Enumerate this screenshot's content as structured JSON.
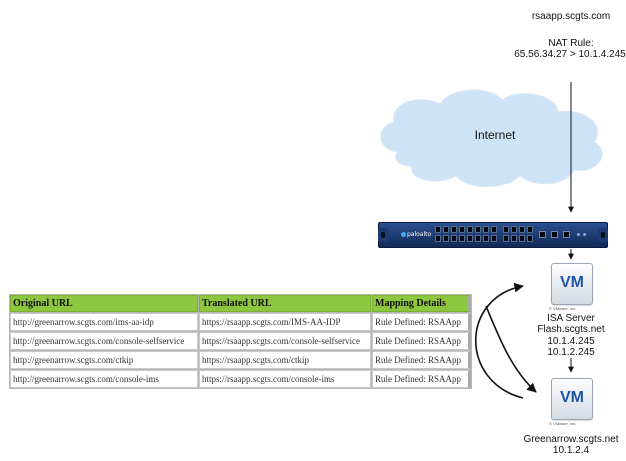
{
  "public_host": {
    "hostname": "rsaapp.scgts.com",
    "nat_title": "NAT Rule:",
    "nat_rule": "65.56.34.27 > 10.1.4.245"
  },
  "internet": {
    "label": "Internet"
  },
  "firewall": {
    "brand": "paloalto"
  },
  "isa_server": {
    "badge": "VM",
    "vendor": "© VMware, Inc.",
    "role": "ISA Server",
    "hostname": "Flash.scgts.net",
    "ip1": "10.1.4.245",
    "ip2": "10.1.2.245"
  },
  "greenarrow": {
    "badge": "VM",
    "vendor": "© VMware, Inc.",
    "hostname": "Greenarrow.scgts.net",
    "ip": "10.1.2.4"
  },
  "mapping_table": {
    "headers": [
      "Original URL",
      "Translated URL",
      "Mapping Details"
    ],
    "rows": [
      [
        "http://greenarrow.scgts.com/ims-aa-idp",
        "https://rsaapp.scgts.com/IMS-AA-IDP",
        "Rule Defined: RSAApp"
      ],
      [
        "http://greenarrow.scgts.com/console-selfservice",
        "https://rsaapp.scgts.com/console-selfservice",
        "Rule Defined: RSAApp"
      ],
      [
        "http://greenarrow.scgts.com/ctkip",
        "https://rsaapp.scgts.com/ctkip",
        "Rule Defined: RSAApp"
      ],
      [
        "http://greenarrow.scgts.com/console-ims",
        "https://rsaapp.scgts.com/console-ims",
        "Rule Defined: RSAApp"
      ]
    ]
  },
  "colors": {
    "header_green": "#8dc63f",
    "cloud_fill": "#cfe3f6",
    "appliance_blue": "#1e3d74",
    "vm_text": "#1c56a5"
  }
}
